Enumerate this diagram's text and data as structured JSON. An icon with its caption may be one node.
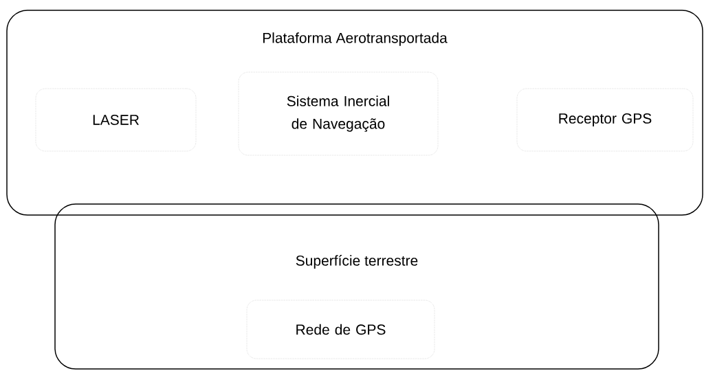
{
  "diagram": {
    "nodes": [
      {
        "text": [
          "Plataforma Aerotransportada"
        ]
      },
      {
        "text": [
          "LASER"
        ],
        "in": 0
      },
      {
        "text": [
          "Sistema Inercial de Navegação"
        ],
        "in": 0
      },
      {
        "text": [
          "Receptor GPS"
        ],
        "in": 0
      },
      {
        "text": [
          "Superfície terrestre"
        ]
      },
      {
        "text": [
          "Rede de GPS"
        ],
        "in": 4
      }
    ]
  }
}
